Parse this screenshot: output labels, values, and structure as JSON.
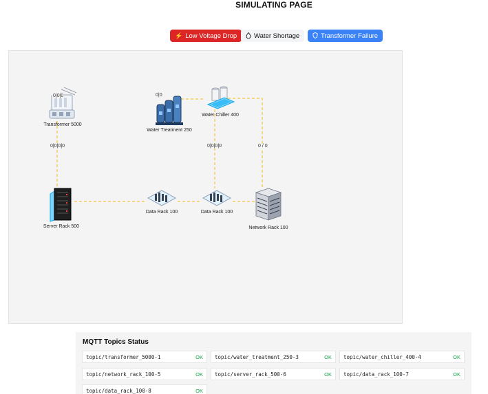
{
  "page": {
    "title": "SIMULATING PAGE"
  },
  "scenarios": [
    {
      "label": "Low Voltage Drop",
      "icon": "lightning-icon",
      "color": "#dc2626"
    },
    {
      "label": "Water Shortage",
      "icon": "droplet-icon",
      "color": "#f3f4f6"
    },
    {
      "label": "Transformer Failure",
      "icon": "shield-icon",
      "color": "#3b82f6"
    }
  ],
  "diagram": {
    "nodes": {
      "transformer": {
        "label": "Transformer 5000",
        "badge": "0|0|0",
        "icon": "transformer-icon"
      },
      "water_treatment": {
        "label": "Water Treatment 250",
        "badge": "0|0",
        "icon": "water-treatment-icon"
      },
      "water_chiller": {
        "label": "Water Chiller 400",
        "icon": "water-chiller-icon"
      },
      "server_rack": {
        "label": "Server Rack 500",
        "icon": "server-rack-icon"
      },
      "data_rack_1": {
        "label": "Data Rack 100",
        "icon": "data-rack-icon"
      },
      "data_rack_2": {
        "label": "Data Rack 100",
        "icon": "data-rack-icon"
      },
      "network_rack": {
        "label": "Network Rack 100",
        "icon": "network-rack-icon"
      }
    },
    "edges": {
      "transformer_server": "0|0|0|0",
      "chiller_datarack": "0|0|0|0",
      "chiller_network": "0 / 0"
    },
    "link_color": "#f5c542"
  },
  "mqtt": {
    "title": "MQTT Topics Status",
    "topics": [
      {
        "name": "topic/transformer_5000-1",
        "status": "OK"
      },
      {
        "name": "topic/water_treatment_250-3",
        "status": "OK"
      },
      {
        "name": "topic/water_chiller_400-4",
        "status": "OK"
      },
      {
        "name": "topic/network_rack_100-5",
        "status": "OK"
      },
      {
        "name": "topic/server_rack_500-6",
        "status": "OK"
      },
      {
        "name": "topic/data_rack_100-7",
        "status": "OK"
      },
      {
        "name": "topic/data_rack_100-8",
        "status": "OK"
      }
    ]
  }
}
